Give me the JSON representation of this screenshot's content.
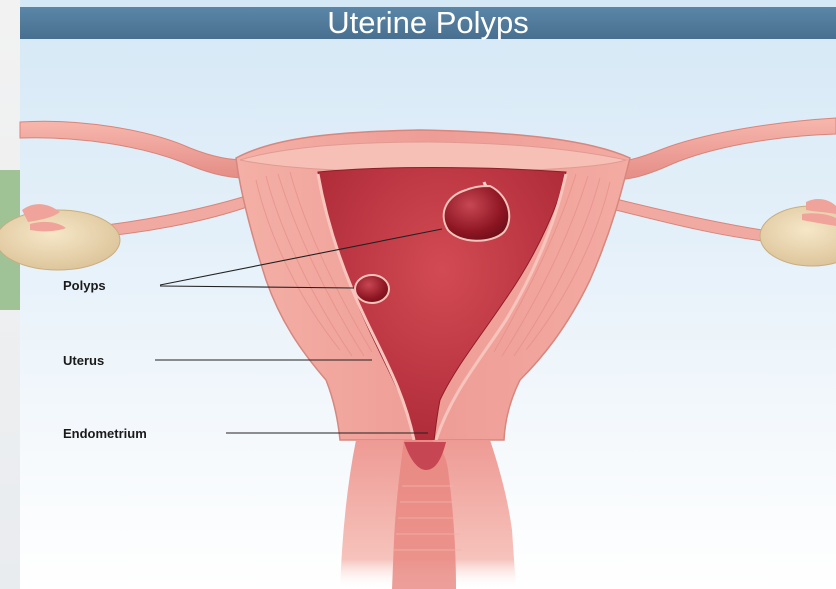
{
  "slide": {
    "title": "Uterine Polyps"
  },
  "labels": {
    "polyps": "Polyps",
    "uterus": "Uterus",
    "endometrium": "Endometrium"
  },
  "colors": {
    "title_bar": "#4f7a9b",
    "tissue_outer": "#f2a9a0",
    "tissue_muscle": "#ec9a93",
    "cavity": "#b8323d",
    "polyp": "#9e1f2c",
    "ovary": "#eed9b2"
  }
}
